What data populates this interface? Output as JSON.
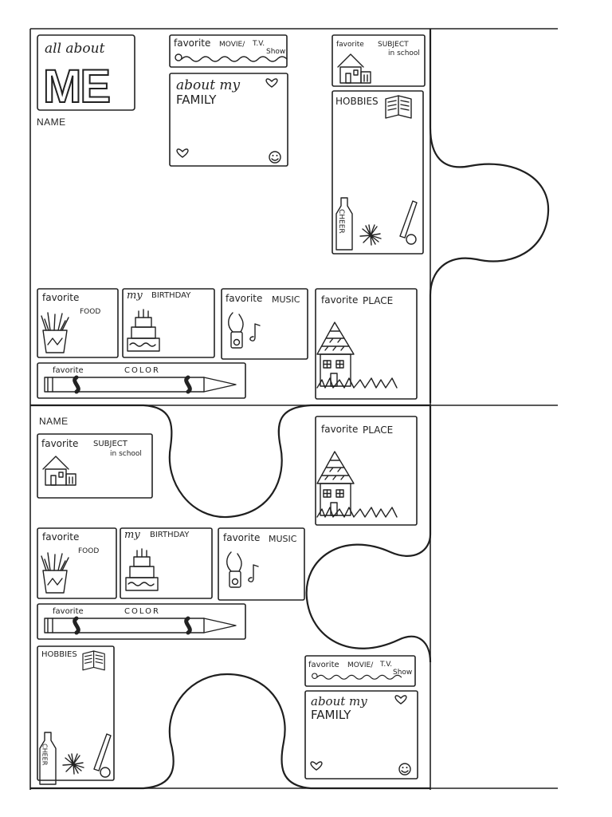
{
  "page": {
    "all_about": "all about",
    "me": "ME",
    "name_label": "NAME",
    "favorite": "favorite",
    "movie_label": "MOVIE/",
    "tv_label": "T.V.",
    "show_label": "Show",
    "about_my": "about my",
    "family_label": "FAMILY",
    "subject_label": "SUBJECT",
    "in_school": "in school",
    "hobbies_label": "HOBBIES",
    "cheer_label": "CHEER",
    "food_label": "FOOD",
    "my_label": "my",
    "birthday_label": "BIRTHDAY",
    "music_label": "MUSIC",
    "place_label": "PLACE",
    "color_label": "COLOR"
  },
  "icons": [
    "heart-icon",
    "smiley-icon",
    "school-icon",
    "book-icon",
    "bottle-icon",
    "pompom-icon",
    "bat-ball-icon",
    "fries-icon",
    "cake-icon",
    "music-player-icon",
    "music-note-icon",
    "house-icon",
    "crayon-icon"
  ],
  "colors": {
    "ink": "#222222",
    "paper": "#ffffff"
  }
}
